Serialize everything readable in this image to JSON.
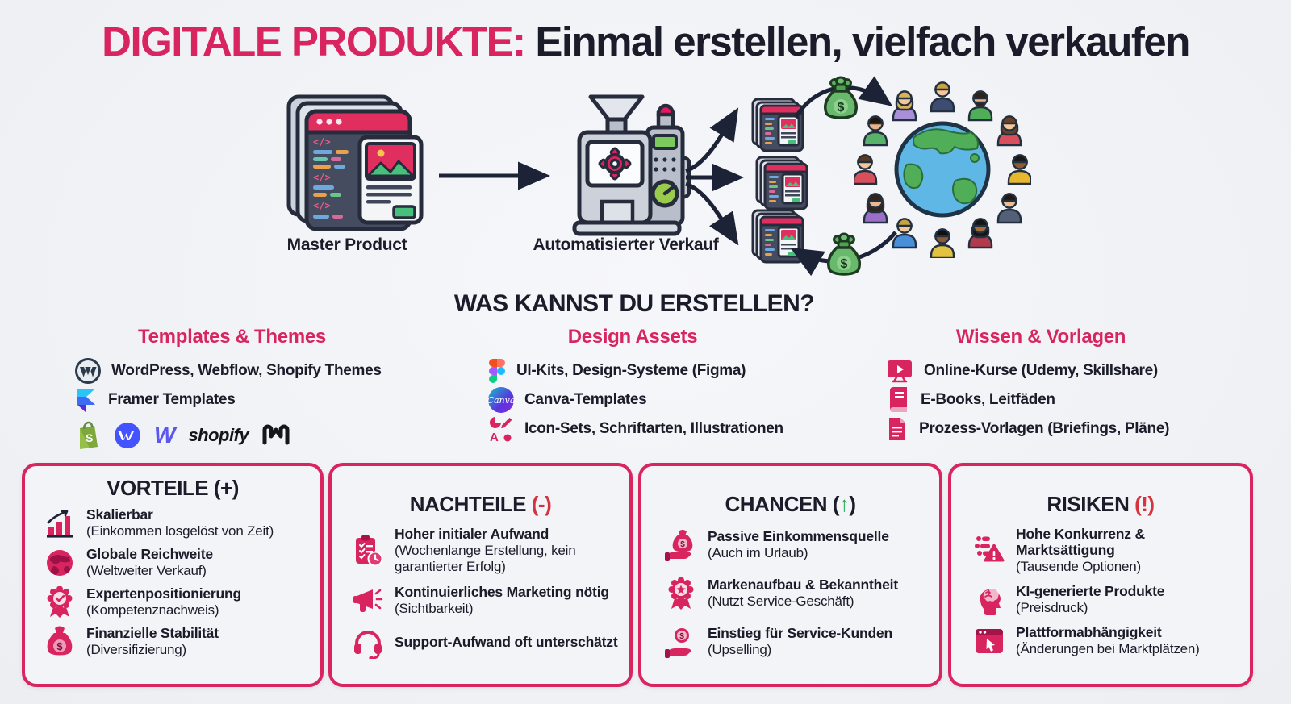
{
  "title": {
    "highlight": "DIGITALE PRODUKTE:",
    "rest": " Einmal erstellen, vielfach verkaufen"
  },
  "flow": {
    "master_label": "Master Product",
    "machine_label": "Automatisierter Verkauf",
    "money_symbol": "$"
  },
  "create": {
    "heading": "WAS KANNST DU ERSTELLEN?",
    "columns": [
      {
        "title": "Templates & Themes",
        "items": [
          {
            "icon": "wordpress-icon",
            "text": "WordPress, Webflow, Shopify Themes"
          },
          {
            "icon": "framer-icon",
            "text": "Framer Templates"
          }
        ],
        "logo_row": {
          "logos": [
            "shopify-bag-logo",
            "webflow-app-logo",
            "webflow-w-logo",
            "shopify-wordmark-logo",
            "w-mark-logo"
          ],
          "webflow_letter": "W",
          "shopify_text": "shopify"
        }
      },
      {
        "title": "Design Assets",
        "items": [
          {
            "icon": "figma-icon",
            "text": "UI-Kits, Design-Systeme (Figma)"
          },
          {
            "icon": "canva-icon",
            "text": "Canva-Templates"
          },
          {
            "icon": "icon-set-icon",
            "text": "Icon-Sets, Schriftarten, Illustrationen"
          }
        ],
        "canva_label": "Canva"
      },
      {
        "title": "Wissen & Vorlagen",
        "items": [
          {
            "icon": "monitor-play-icon",
            "text": "Online-Kurse (Udemy, Skillshare)"
          },
          {
            "icon": "book-icon",
            "text": "E-Books, Leitfäden"
          },
          {
            "icon": "document-icon",
            "text": "Prozess-Vorlagen (Briefings, Pläne)"
          }
        ]
      }
    ]
  },
  "cards": [
    {
      "title": "VORTEILE",
      "suffix": " (+)",
      "suffix_color": "#1a1c29",
      "items": [
        {
          "icon": "growth-chart-icon",
          "title": "Skalierbar",
          "subtitle": "(Einkommen losgelöst von Zeit)"
        },
        {
          "icon": "globe-icon",
          "title": "Globale Reichweite",
          "subtitle": "(Weltweiter Verkauf)"
        },
        {
          "icon": "award-check-icon",
          "title": "Expertenpositionierung",
          "subtitle": "(Kompetenznachweis)"
        },
        {
          "icon": "money-bag-icon",
          "title": "Finanzielle Stabilität",
          "subtitle": "(Diversifizierung)"
        }
      ]
    },
    {
      "title": "NACHTEILE",
      "suffix": " (-)",
      "suffix_color": "#d4333f",
      "items": [
        {
          "icon": "clipboard-clock-icon",
          "title": "Hoher initialer Aufwand",
          "subtitle": "(Wochenlange Erstellung, kein garantierter Erfolg)"
        },
        {
          "icon": "megaphone-icon",
          "title": "Kontinuierliches Marketing nötig",
          "subtitle": "(Sichtbarkeit)"
        },
        {
          "icon": "headset-icon",
          "title": "Support-Aufwand oft unterschätzt",
          "subtitle": ""
        }
      ]
    },
    {
      "title": "CHANCEN",
      "suffix_open": " (",
      "suffix_arrow": "↑",
      "suffix_close": ")",
      "arrow_color": "#2fae54",
      "items": [
        {
          "icon": "hand-money-bag-icon",
          "title": "Passive Einkommensquelle",
          "subtitle": "(Auch im Urlaub)"
        },
        {
          "icon": "badge-star-icon",
          "title": "Markenaufbau & Bekanntheit",
          "subtitle": "(Nutzt Service-Geschäft)"
        },
        {
          "icon": "hand-coin-icon",
          "title": "Einstieg für Service-Kunden",
          "subtitle": "(Upselling)"
        }
      ]
    },
    {
      "title": "RISIKEN",
      "suffix": " (!)",
      "suffix_color": "#d4333f",
      "items": [
        {
          "icon": "crowd-warning-icon",
          "title": "Hohe Konkurrenz & Marktsättigung",
          "subtitle": "(Tausende Optionen)"
        },
        {
          "icon": "ai-brain-icon",
          "title": "KI-generierte Produkte",
          "subtitle": "(Preisdruck)"
        },
        {
          "icon": "platform-cursor-icon",
          "title": "Plattformabhängigkeit",
          "subtitle": "(Änderungen bei Marktplätzen)"
        }
      ]
    }
  ],
  "colors": {
    "accent_pink": "#d9255f",
    "alert_red": "#d4333f",
    "success_green": "#2fae54",
    "ink": "#1a1c29",
    "background": "#f1f3f6",
    "card_border": "#d9255f"
  }
}
